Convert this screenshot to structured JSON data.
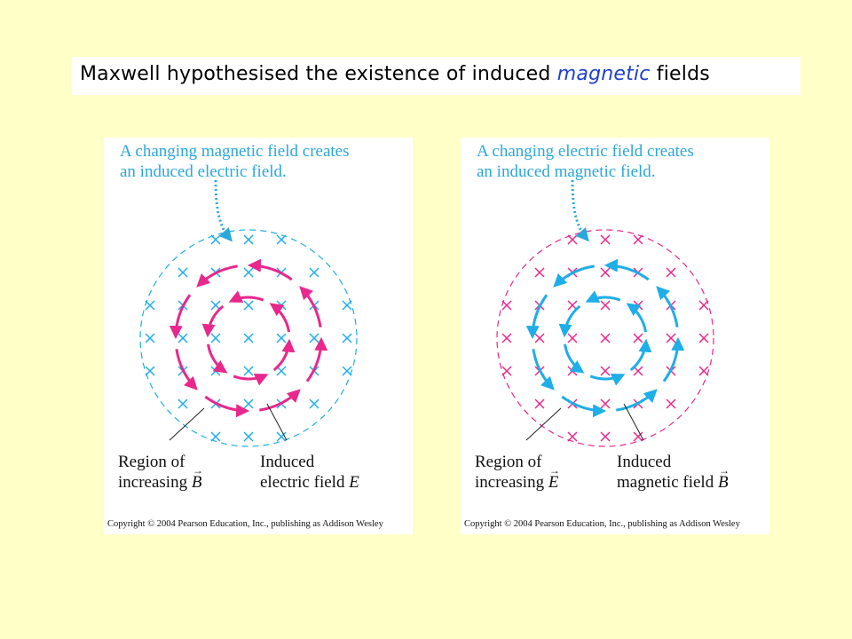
{
  "title": {
    "before": "Maxwell hypothesised the existence of induced ",
    "highlight": "magnetic",
    "after": " fields"
  },
  "colors": {
    "background": "#ffffc8",
    "magenta": "#e8288c",
    "cyan": "#1eaee8",
    "highlight": "#1f3fd0"
  },
  "left_panel": {
    "caption": "A changing magnetic field creates\nan induced electric field.",
    "region_label": "Region of\nincreasing ",
    "region_symbol": "B",
    "induced_label": "Induced\nelectric field ",
    "induced_symbol": "E",
    "copyright": "Copyright © 2004 Pearson Education, Inc., publishing as Addison Wesley",
    "cross_color": "cyan",
    "arrow_color": "magenta",
    "caption_color": "#2aa7dc"
  },
  "right_panel": {
    "caption": "A changing electric field creates\nan induced magnetic field.",
    "region_label": "Region of\nincreasing ",
    "region_symbol": "E",
    "induced_label": "Induced\nmagnetic field ",
    "induced_symbol": "B",
    "copyright": "Copyright © 2004 Pearson Education, Inc., publishing as Addison Wesley",
    "cross_color": "magenta",
    "arrow_color": "cyan",
    "caption_color": "#2aa7dc"
  }
}
